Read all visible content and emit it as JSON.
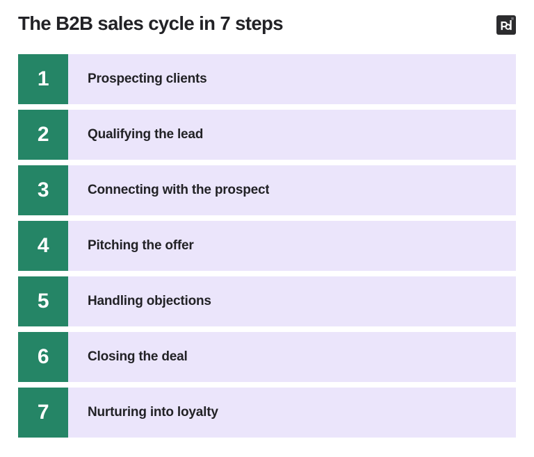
{
  "header": {
    "title": "The B2B sales cycle in 7 steps",
    "logo": {
      "name": "pandadoc-logo",
      "monogram": "pd",
      "background_color": "#2c2c2e",
      "mark_color": "#ffffff"
    }
  },
  "colors": {
    "accent_green": "#258566",
    "row_background": "#ebe5fb",
    "text": "#222226",
    "number_text": "#ffffff",
    "page_background": "#ffffff"
  },
  "steps": [
    {
      "number": "1",
      "label": "Prospecting clients"
    },
    {
      "number": "2",
      "label": "Qualifying the lead"
    },
    {
      "number": "3",
      "label": "Connecting with the prospect"
    },
    {
      "number": "4",
      "label": "Pitching the offer"
    },
    {
      "number": "5",
      "label": "Handling objections"
    },
    {
      "number": "6",
      "label": "Closing the deal"
    },
    {
      "number": "7",
      "label": "Nurturing into loyalty"
    }
  ]
}
